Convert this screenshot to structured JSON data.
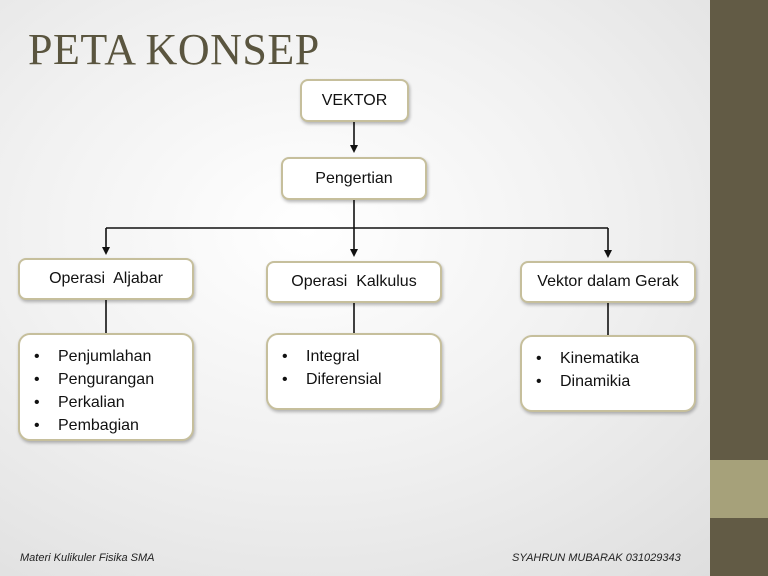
{
  "title": "PETA KONSEP",
  "root": {
    "label": "VEKTOR"
  },
  "level2": {
    "label": "Pengertian"
  },
  "branches": [
    {
      "label": "Operasi  Aljabar",
      "items": [
        "Penjumlahan",
        "Pengurangan",
        "Perkalian",
        "Pembagian"
      ]
    },
    {
      "label": "Operasi  Kalkulus",
      "items": [
        "Integral",
        "Diferensial"
      ]
    },
    {
      "label": "Vektor dalam Gerak",
      "items": [
        "Kinematika",
        "Dinamikia"
      ]
    }
  ],
  "footer": {
    "left": "Materi Kulikuler Fisika SMA",
    "right": "SYAHRUN MUBARAK 031029343"
  },
  "colors": {
    "sidebar": "#625b45",
    "sidebar_accent": "#a6a17a",
    "title": "#5a553f",
    "node_border": "#c6bf9c"
  }
}
